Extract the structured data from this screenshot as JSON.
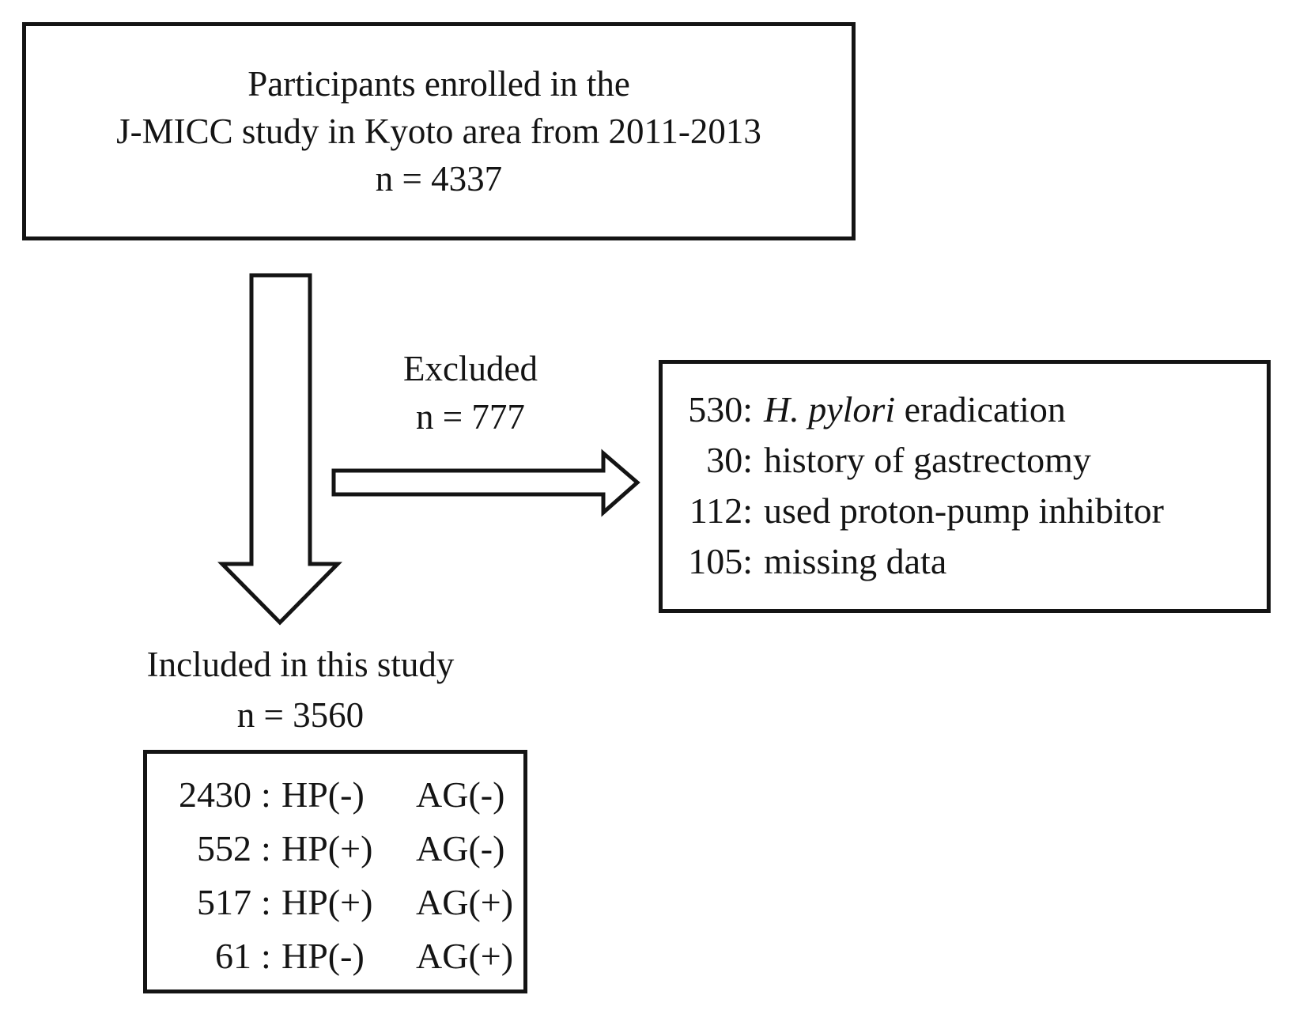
{
  "colors": {
    "ink": "#141414",
    "background": "#ffffff"
  },
  "top_box": {
    "lines": [
      "Participants enrolled in the",
      "J-MICC study in Kyoto area from 2011-2013",
      "n = 4337"
    ]
  },
  "icons": {
    "down_arrow": "down-block-arrow",
    "right_arrow": "right-block-arrow"
  },
  "excluded_label": {
    "title": "Excluded",
    "count": "n = 777"
  },
  "exclusion_box": {
    "items": [
      {
        "count": "530:",
        "italic": "H. pylori",
        "text": " eradication"
      },
      {
        "count": "30:",
        "italic": "",
        "text": "history of gastrectomy"
      },
      {
        "count": "112:",
        "italic": "",
        "text": "used proton-pump inhibitor"
      },
      {
        "count": "105:",
        "italic": "",
        "text": "missing data"
      }
    ]
  },
  "included_label": {
    "title": "Included in this study",
    "count": "n = 3560"
  },
  "subgroup_box": {
    "separator": ":",
    "items": [
      {
        "count": "2430",
        "hp": "HP(-)",
        "ag": "AG(-)"
      },
      {
        "count": "552",
        "hp": "HP(+)",
        "ag": "AG(-)"
      },
      {
        "count": "517",
        "hp": "HP(+)",
        "ag": "AG(+)"
      },
      {
        "count": "61",
        "hp": "HP(-)",
        "ag": "AG(+)"
      }
    ]
  }
}
